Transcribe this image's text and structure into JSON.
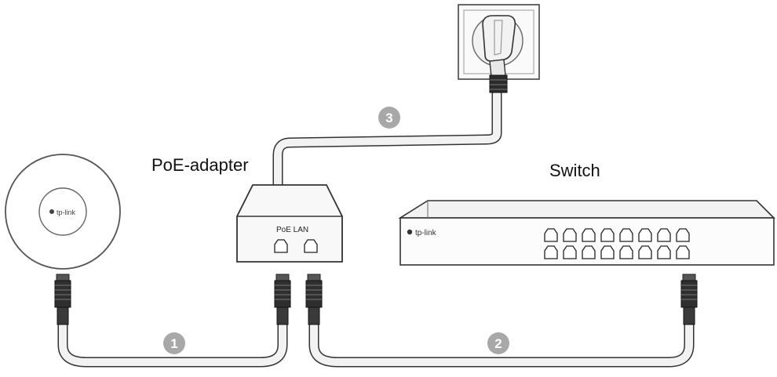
{
  "labels": {
    "adapter": "PoE-adapter",
    "switch": "Switch",
    "adapter_ports": "PoE LAN",
    "brand": "tp-link"
  },
  "steps": [
    "1",
    "2",
    "3"
  ],
  "colors": {
    "line": "#333333",
    "cable_fill": "#f2f2f2",
    "badge": "#a8a8a8",
    "badge_text": "#ffffff",
    "connector": "#2f2f2f"
  }
}
